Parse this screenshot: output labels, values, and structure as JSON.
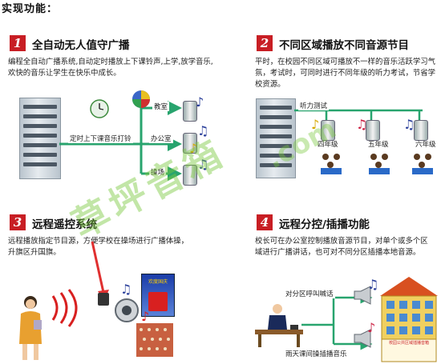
{
  "page": {
    "title": "实现功能："
  },
  "sections": [
    {
      "num": "1",
      "title": "全自动无人值守广播",
      "desc": "编程全自动广播系统,自动定时播放上下课铃声,上学,放学音乐,欢快的音乐让学生在快乐中成长。"
    },
    {
      "num": "2",
      "title": "不同区域播放不同音源节目",
      "desc": "平时，在校园不同区域可播放不一样的音乐活跃学习气氛，考试时，可同时进行不同年级的听力考试，节省学校资源。"
    },
    {
      "num": "3",
      "title": "远程遥控系统",
      "desc": "远程播放指定节目源，方便学校在操场进行广播体操，升旗区升国旗。"
    },
    {
      "num": "4",
      "title": "远程分控/插播功能",
      "desc": "校长可在办公室控制播放音源节目，对单个或多个区域进行广播讲话，也可对不同分区插播本地音源。"
    }
  ],
  "diagram1": {
    "arrow_label": "定时上下课音乐打铃",
    "zones": [
      "教室",
      "办公室",
      "操场"
    ]
  },
  "diagram2": {
    "top_label": "听力测试",
    "zones": [
      "四年级",
      "五年级",
      "六年级"
    ]
  },
  "diagram3": {
    "poster_text": "欢度国庆"
  },
  "diagram4": {
    "top_label": "对分区呼叫喊话",
    "bottom_label": "雨天课间操插播音乐",
    "building_label": "校园公共区域插播音箱"
  },
  "watermark": {
    "text": "草坪音箱",
    "suffix": ".com"
  },
  "colors": {
    "accent": "#c81e24",
    "arrow": "#28a46e",
    "watermark": "#78c83c"
  }
}
